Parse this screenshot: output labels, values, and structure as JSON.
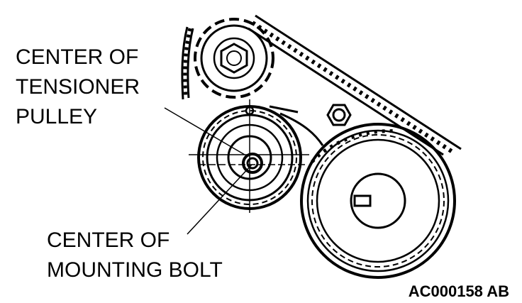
{
  "labels": {
    "tensioner_center": [
      "CENTER OF",
      "TENSIONER",
      "PULLEY"
    ],
    "bolt_center": [
      "CENTER OF",
      "MOUNTING BOLT"
    ]
  },
  "figure_code": "AC000158 AB",
  "colors": {
    "ink": "#000000",
    "background": "#ffffff"
  }
}
